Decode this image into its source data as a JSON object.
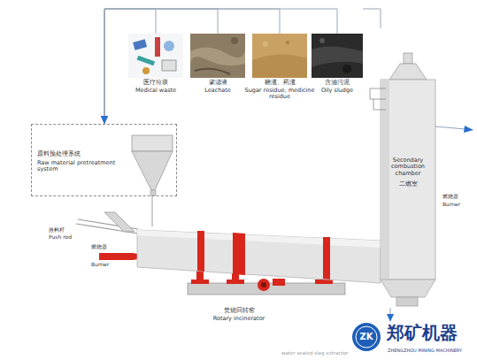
{
  "diagram": {
    "nodes": [
      {
        "text": [
          "医疗垃圾",
          "Medical waste"
        ]
      },
      {
        "text": [
          "渗滤液",
          "Leachate"
        ]
      },
      {
        "text": [
          "糖渣、药渣",
          "Sugar residue, medicine residue"
        ]
      },
      {
        "text": [
          "含油污泥",
          "Oily sludge"
        ]
      },
      {
        "text": [
          "原料预处理系统",
          "Raw material pretreatment system"
        ]
      },
      {
        "text": [
          "焚烧回转窑",
          "Rotary incinerator"
        ]
      },
      {
        "text": [
          "Secondary combustion chamber",
          "二燃室"
        ]
      }
    ],
    "edges": [
      {
        "from": 0,
        "to": 4,
        "arrow": "to"
      },
      {
        "from": 1,
        "to": 4,
        "arrow": "to"
      },
      {
        "from": 2,
        "to": 4,
        "arrow": "to"
      },
      {
        "from": 3,
        "to": 4,
        "arrow": "to"
      },
      {
        "from": 4,
        "to": 5,
        "arrow": "none"
      }
    ],
    "labels": [
      "推料杆",
      "Push rod",
      "燃烧器",
      "Burner",
      "燃烧器",
      "Burner",
      "water sealed slag extractor",
      "ZK",
      "郑矿机器",
      "ZHENGZHOU MINING MACHINERY"
    ]
  }
}
